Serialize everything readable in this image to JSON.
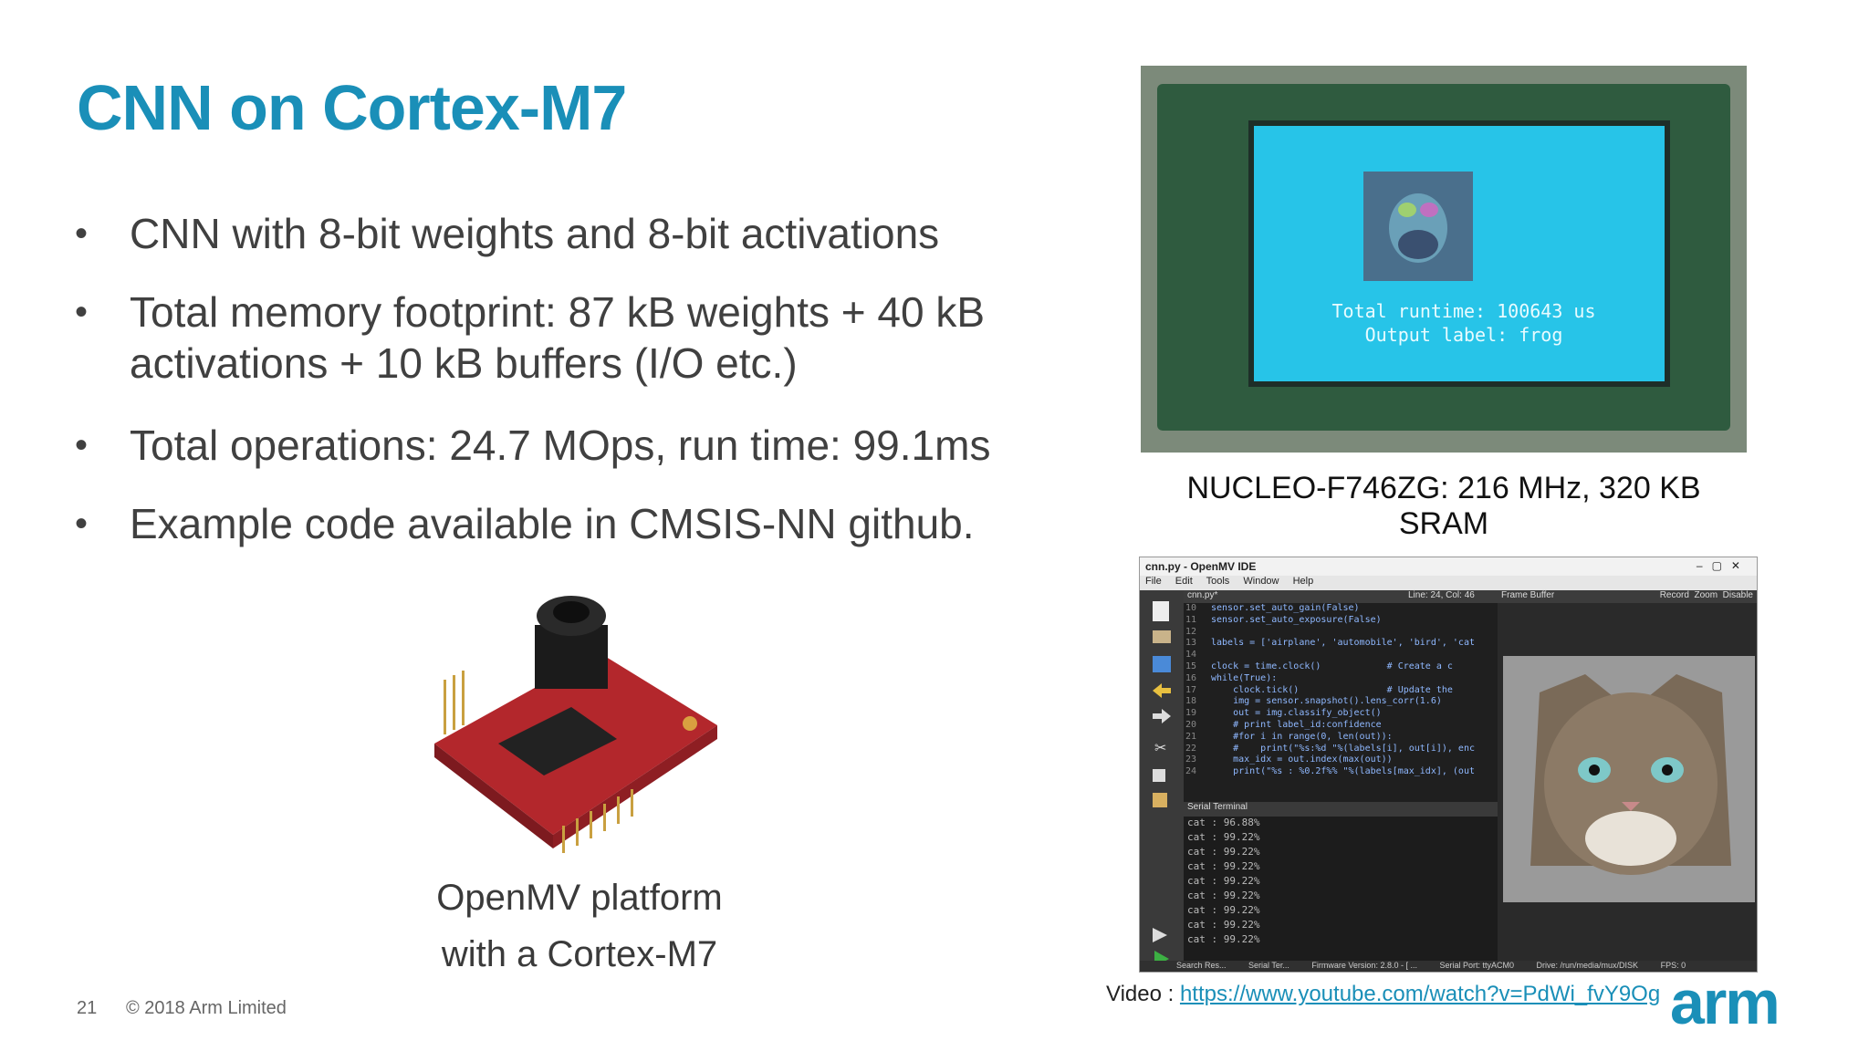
{
  "slide": {
    "title": "CNN on Cortex-M7",
    "bullets": [
      "CNN with 8-bit weights and 8-bit activations",
      "Total memory footprint: 87 kB weights + 40 kB activations + 10 kB buffers (I/O etc.)",
      "Total operations: 24.7 MOps, run time: 99.1ms",
      "Example code available in CMSIS-NN github."
    ],
    "openmv_caption_line1": "OpenMV platform",
    "openmv_caption_line2": "with a Cortex-M7",
    "board_caption": "NUCLEO-F746ZG: 216 MHz, 320 KB SRAM",
    "video_label": "Video : ",
    "video_url": "https://www.youtube.com/watch?v=PdWi_fvY9Og",
    "page_number": "21",
    "copyright": "© 2018 Arm Limited",
    "logo": "arm"
  },
  "board_screen": {
    "line1": "Total runtime: 100643 us",
    "line2": "Output label: frog"
  },
  "ide": {
    "title": "cnn.py - OpenMV IDE",
    "menu": [
      "File",
      "Edit",
      "Tools",
      "Window",
      "Help"
    ],
    "editor_tab": "cnn.py*",
    "cursor_pos": "Line: 24, Col: 46",
    "frame_buffer_label": "Frame Buffer",
    "frame_buttons": [
      "Record",
      "Zoom",
      "Disable"
    ],
    "code": [
      {
        "n": "10",
        "t": "sensor.set_auto_gain(False)"
      },
      {
        "n": "11",
        "t": "sensor.set_auto_exposure(False)"
      },
      {
        "n": "12",
        "t": ""
      },
      {
        "n": "13",
        "t": "labels = ['airplane', 'automobile', 'bird', 'cat"
      },
      {
        "n": "14",
        "t": ""
      },
      {
        "n": "15",
        "t": "clock = time.clock()            # Create a c"
      },
      {
        "n": "16",
        "t": "while(True):"
      },
      {
        "n": "17",
        "t": "    clock.tick()                # Update the"
      },
      {
        "n": "18",
        "t": "    img = sensor.snapshot().lens_corr(1.6)"
      },
      {
        "n": "19",
        "t": "    out = img.classify_object()"
      },
      {
        "n": "20",
        "t": "    # print label_id:confidence"
      },
      {
        "n": "21",
        "t": "    #for i in range(0, len(out)):"
      },
      {
        "n": "22",
        "t": "    #    print(\"%s:%d \"%(labels[i], out[i]), enc"
      },
      {
        "n": "23",
        "t": "    max_idx = out.index(max(out))"
      },
      {
        "n": "24",
        "t": "    print(\"%s : %0.2f%% \"%(labels[max_idx], (out"
      }
    ],
    "serial_header": "Serial Terminal",
    "serial": [
      "cat : 96.88%",
      "cat : 99.22%",
      "cat : 99.22%",
      "cat : 99.22%",
      "cat : 99.22%",
      "cat : 99.22%",
      "cat : 99.22%",
      "cat : 99.22%",
      "cat : 99.22%"
    ],
    "status": [
      "Search Res...",
      "Serial Ter...",
      "Firmware Version: 2.8.0 - [ ...",
      "Serial Port: ttyACM0",
      "Drive: /run/media/mux/DISK",
      "FPS: 0"
    ]
  },
  "colors": {
    "accent": "#1a8fb8",
    "text": "#404040"
  }
}
